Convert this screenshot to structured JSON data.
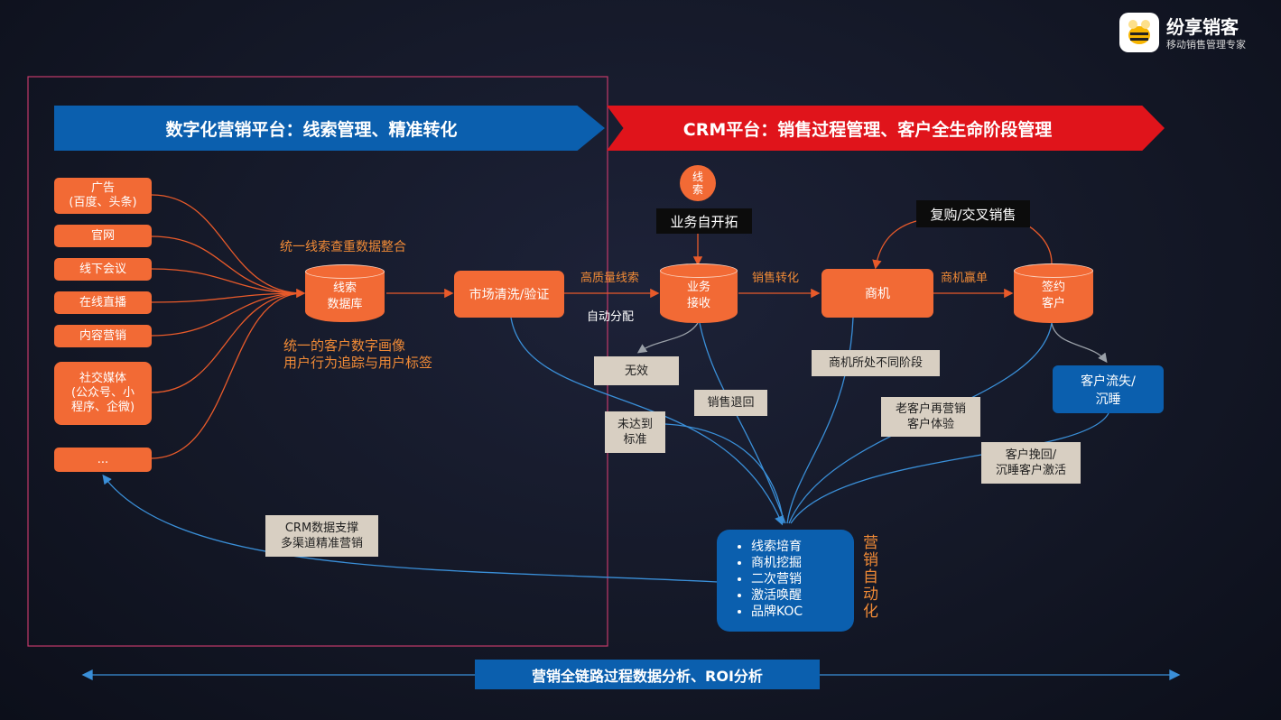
{
  "logo": {
    "title": "纷享销客",
    "subtitle": "移动销售管理专家"
  },
  "banners": {
    "left": "数字化营销平台：线索管理、精准转化",
    "right": "CRM平台：销售过程管理、客户全生命阶段管理",
    "bottom": "营销全链路过程数据分析、ROI分析"
  },
  "sources": [
    {
      "line1": "广告",
      "line2": "(百度、头条)",
      "line3": ""
    },
    {
      "line1": "官网",
      "line2": "",
      "line3": ""
    },
    {
      "line1": "线下会议",
      "line2": "",
      "line3": ""
    },
    {
      "line1": "在线直播",
      "line2": "",
      "line3": ""
    },
    {
      "line1": "内容营销",
      "line2": "",
      "line3": ""
    },
    {
      "line1": "社交媒体",
      "line2": "(公众号、小",
      "line3": "程序、企微)"
    },
    {
      "line1": "...",
      "line2": "",
      "line3": ""
    }
  ],
  "leads_db": {
    "line1": "线索",
    "line2": "数据库"
  },
  "leads_db_caption_top": "统一线索查重数据整合",
  "leads_db_caption_bottom1": "统一的客户数字画像",
  "leads_db_caption_bottom2": "用户行为追踪与用户标签",
  "market_clean": "市场清洗/验证",
  "high_quality_leads": "高质量线索",
  "auto_assign": "自动分配",
  "lead_circle": {
    "line1": "线",
    "line2": "索"
  },
  "self_develop": "业务自开拓",
  "business_receive": {
    "line1": "业务",
    "line2": "接收"
  },
  "sales_conversion": "销售转化",
  "opportunity": "商机",
  "opportunity_win": "商机赢单",
  "signed_customer": {
    "line1": "签约",
    "line2": "客户"
  },
  "repurchase": "复购/交叉销售",
  "invalid": "无效",
  "sales_return": "销售退回",
  "not_meet": {
    "line1": "未达到",
    "line2": "标准"
  },
  "opp_stages": "商机所处不同阶段",
  "old_customer": {
    "line1": "老客户再营销",
    "line2": "客户体验"
  },
  "churn": {
    "line1": "客户流失/",
    "line2": "沉睡"
  },
  "winback": {
    "line1": "客户挽回/",
    "line2": "沉睡客户激活"
  },
  "crm_support": {
    "line1": "CRM数据支撑",
    "line2": "多渠道精准营销"
  },
  "automation_items": [
    "线索培育",
    "商机挖掘",
    "二次营销",
    "激活唤醒",
    "品牌KOC"
  ],
  "automation_label": [
    "营",
    "销",
    "自",
    "动",
    "化"
  ],
  "colors": {
    "orange": "#f26a35",
    "blue": "#0b5fae",
    "red": "#e0141b",
    "tag": "#d8cfc2",
    "accent_text": "#f08a36"
  }
}
